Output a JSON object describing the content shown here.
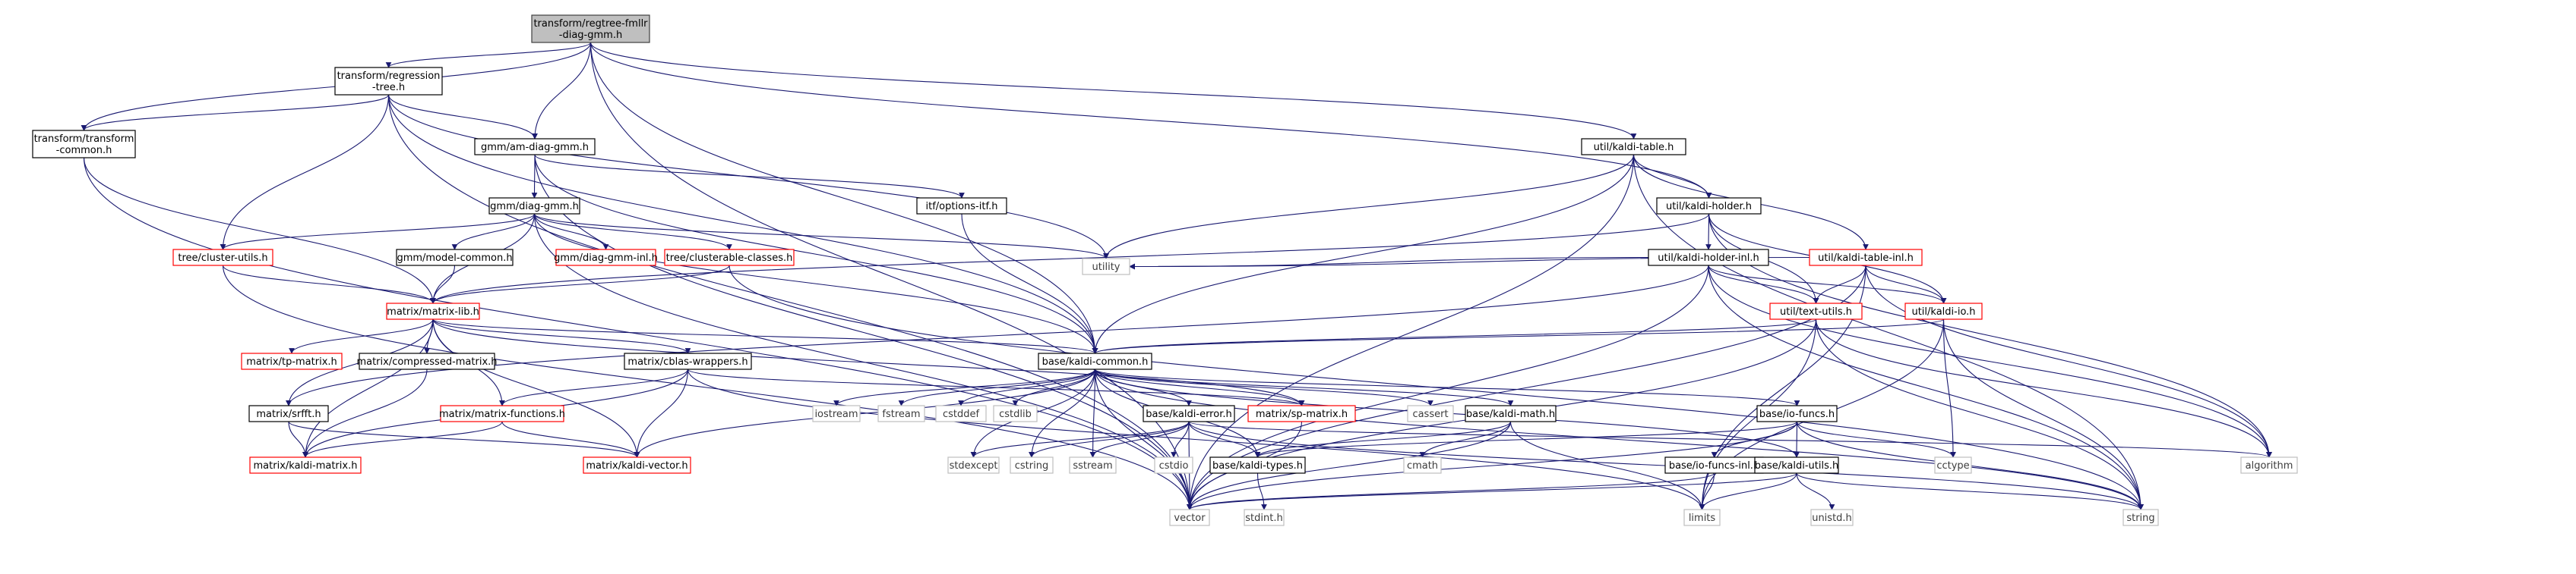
{
  "graph": {
    "nodes": [
      {
        "id": "root",
        "lines": [
          "transform/regtree-fmllr",
          "-diag-gmm.h"
        ],
        "kind": "root"
      },
      {
        "id": "regtree",
        "lines": [
          "transform/regression",
          "-tree.h"
        ],
        "kind": "normal"
      },
      {
        "id": "tcommon",
        "lines": [
          "transform/transform",
          "-common.h"
        ],
        "kind": "normal"
      },
      {
        "id": "amdiag",
        "lines": [
          "gmm/am-diag-gmm.h"
        ],
        "kind": "normal"
      },
      {
        "id": "kaldi_table",
        "lines": [
          "util/kaldi-table.h"
        ],
        "kind": "normal"
      },
      {
        "id": "diaggmm",
        "lines": [
          "gmm/diag-gmm.h"
        ],
        "kind": "normal"
      },
      {
        "id": "optionsitf",
        "lines": [
          "itf/options-itf.h"
        ],
        "kind": "normal"
      },
      {
        "id": "kaldi_holder",
        "lines": [
          "util/kaldi-holder.h"
        ],
        "kind": "normal"
      },
      {
        "id": "cluster_utils",
        "lines": [
          "tree/cluster-utils.h"
        ],
        "kind": "missing"
      },
      {
        "id": "model_common",
        "lines": [
          "gmm/model-common.h"
        ],
        "kind": "normal"
      },
      {
        "id": "diaggmm_inl",
        "lines": [
          "gmm/diag-gmm-inl.h"
        ],
        "kind": "missing"
      },
      {
        "id": "clusterable",
        "lines": [
          "tree/clusterable-classes.h"
        ],
        "kind": "missing"
      },
      {
        "id": "utility",
        "lines": [
          "utility"
        ],
        "kind": "system"
      },
      {
        "id": "holder_inl",
        "lines": [
          "util/kaldi-holder-inl.h"
        ],
        "kind": "normal"
      },
      {
        "id": "table_inl",
        "lines": [
          "util/kaldi-table-inl.h"
        ],
        "kind": "missing"
      },
      {
        "id": "matrix_lib",
        "lines": [
          "matrix/matrix-lib.h"
        ],
        "kind": "missing"
      },
      {
        "id": "text_utils",
        "lines": [
          "util/text-utils.h"
        ],
        "kind": "missing"
      },
      {
        "id": "kaldi_io",
        "lines": [
          "util/kaldi-io.h"
        ],
        "kind": "missing"
      },
      {
        "id": "tp_matrix",
        "lines": [
          "matrix/tp-matrix.h"
        ],
        "kind": "missing"
      },
      {
        "id": "compressed",
        "lines": [
          "matrix/compressed-matrix.h"
        ],
        "kind": "normal"
      },
      {
        "id": "cblas",
        "lines": [
          "matrix/cblas-wrappers.h"
        ],
        "kind": "normal"
      },
      {
        "id": "kaldi_common",
        "lines": [
          "base/kaldi-common.h"
        ],
        "kind": "normal"
      },
      {
        "id": "srfft",
        "lines": [
          "matrix/srfft.h"
        ],
        "kind": "normal"
      },
      {
        "id": "matrix_funcs",
        "lines": [
          "matrix/matrix-functions.h"
        ],
        "kind": "missing"
      },
      {
        "id": "sp_matrix",
        "lines": [
          "matrix/sp-matrix.h"
        ],
        "kind": "missing"
      },
      {
        "id": "iostream",
        "lines": [
          "iostream"
        ],
        "kind": "system"
      },
      {
        "id": "fstream",
        "lines": [
          "fstream"
        ],
        "kind": "system"
      },
      {
        "id": "cstddef",
        "lines": [
          "cstddef"
        ],
        "kind": "system"
      },
      {
        "id": "cstdlib",
        "lines": [
          "cstdlib"
        ],
        "kind": "system"
      },
      {
        "id": "kaldi_error",
        "lines": [
          "base/kaldi-error.h"
        ],
        "kind": "normal"
      },
      {
        "id": "cassert",
        "lines": [
          "cassert"
        ],
        "kind": "system"
      },
      {
        "id": "kaldi_math",
        "lines": [
          "base/kaldi-math.h"
        ],
        "kind": "normal"
      },
      {
        "id": "io_funcs",
        "lines": [
          "base/io-funcs.h"
        ],
        "kind": "normal"
      },
      {
        "id": "kaldi_matrix",
        "lines": [
          "matrix/kaldi-matrix.h"
        ],
        "kind": "missing"
      },
      {
        "id": "kaldi_vector",
        "lines": [
          "matrix/kaldi-vector.h"
        ],
        "kind": "missing"
      },
      {
        "id": "stdexcept",
        "lines": [
          "stdexcept"
        ],
        "kind": "system"
      },
      {
        "id": "cstring",
        "lines": [
          "cstring"
        ],
        "kind": "system"
      },
      {
        "id": "sstream",
        "lines": [
          "sstream"
        ],
        "kind": "system"
      },
      {
        "id": "cstdio",
        "lines": [
          "cstdio"
        ],
        "kind": "system"
      },
      {
        "id": "kaldi_types",
        "lines": [
          "base/kaldi-types.h"
        ],
        "kind": "normal"
      },
      {
        "id": "cmath",
        "lines": [
          "cmath"
        ],
        "kind": "system"
      },
      {
        "id": "io_funcs_inl",
        "lines": [
          "base/io-funcs-inl.h"
        ],
        "kind": "normal"
      },
      {
        "id": "kaldi_utils",
        "lines": [
          "base/kaldi-utils.h"
        ],
        "kind": "normal"
      },
      {
        "id": "cctype",
        "lines": [
          "cctype"
        ],
        "kind": "system"
      },
      {
        "id": "algorithm",
        "lines": [
          "algorithm"
        ],
        "kind": "system"
      },
      {
        "id": "vector",
        "lines": [
          "vector"
        ],
        "kind": "system"
      },
      {
        "id": "stdint",
        "lines": [
          "stdint.h"
        ],
        "kind": "system"
      },
      {
        "id": "limits",
        "lines": [
          "limits"
        ],
        "kind": "system"
      },
      {
        "id": "unistd",
        "lines": [
          "unistd.h"
        ],
        "kind": "system"
      },
      {
        "id": "string",
        "lines": [
          "string"
        ],
        "kind": "system"
      }
    ],
    "edges": [
      [
        "root",
        "regtree"
      ],
      [
        "root",
        "tcommon"
      ],
      [
        "root",
        "amdiag"
      ],
      [
        "root",
        "kaldi_common"
      ],
      [
        "root",
        "kaldi_table"
      ],
      [
        "root",
        "kaldi_holder"
      ],
      [
        "root",
        "vector"
      ],
      [
        "regtree",
        "tcommon"
      ],
      [
        "regtree",
        "amdiag"
      ],
      [
        "regtree",
        "cluster_utils"
      ],
      [
        "regtree",
        "kaldi_common"
      ],
      [
        "regtree",
        "utility"
      ],
      [
        "regtree",
        "vector"
      ],
      [
        "tcommon",
        "matrix_lib"
      ],
      [
        "tcommon",
        "vector"
      ],
      [
        "amdiag",
        "diaggmm"
      ],
      [
        "amdiag",
        "optionsitf"
      ],
      [
        "amdiag",
        "kaldi_common"
      ],
      [
        "amdiag",
        "vector"
      ],
      [
        "diaggmm",
        "cluster_utils"
      ],
      [
        "diaggmm",
        "model_common"
      ],
      [
        "diaggmm",
        "diaggmm_inl"
      ],
      [
        "diaggmm",
        "clusterable"
      ],
      [
        "diaggmm",
        "matrix_lib"
      ],
      [
        "diaggmm",
        "kaldi_common"
      ],
      [
        "diaggmm",
        "utility"
      ],
      [
        "diaggmm",
        "vector"
      ],
      [
        "optionsitf",
        "kaldi_common"
      ],
      [
        "cluster_utils",
        "matrix_lib"
      ],
      [
        "cluster_utils",
        "vector"
      ],
      [
        "model_common",
        "matrix_lib"
      ],
      [
        "clusterable",
        "matrix_lib"
      ],
      [
        "clusterable",
        "string"
      ],
      [
        "kaldi_table",
        "kaldi_holder"
      ],
      [
        "kaldi_table",
        "table_inl"
      ],
      [
        "kaldi_table",
        "kaldi_common"
      ],
      [
        "kaldi_table",
        "utility"
      ],
      [
        "kaldi_table",
        "vector"
      ],
      [
        "kaldi_table",
        "string"
      ],
      [
        "kaldi_holder",
        "holder_inl"
      ],
      [
        "kaldi_holder",
        "text_utils"
      ],
      [
        "kaldi_holder",
        "kaldi_io"
      ],
      [
        "kaldi_holder",
        "matrix_lib"
      ],
      [
        "kaldi_holder",
        "algorithm"
      ],
      [
        "holder_inl",
        "text_utils"
      ],
      [
        "holder_inl",
        "kaldi_io"
      ],
      [
        "holder_inl",
        "utility"
      ],
      [
        "holder_inl",
        "vector"
      ],
      [
        "holder_inl",
        "algorithm"
      ],
      [
        "holder_inl",
        "string"
      ],
      [
        "holder_inl",
        "srfft"
      ],
      [
        "table_inl",
        "text_utils"
      ],
      [
        "table_inl",
        "kaldi_io"
      ],
      [
        "table_inl",
        "utility"
      ],
      [
        "table_inl",
        "vector"
      ],
      [
        "table_inl",
        "algorithm"
      ],
      [
        "table_inl",
        "limits"
      ],
      [
        "text_utils",
        "kaldi_common"
      ],
      [
        "text_utils",
        "vector"
      ],
      [
        "text_utils",
        "algorithm"
      ],
      [
        "text_utils",
        "limits"
      ],
      [
        "text_utils",
        "string"
      ],
      [
        "kaldi_io",
        "kaldi_common"
      ],
      [
        "kaldi_io",
        "cctype"
      ],
      [
        "kaldi_io",
        "string"
      ],
      [
        "kaldi_io",
        "limits"
      ],
      [
        "matrix_lib",
        "tp_matrix"
      ],
      [
        "matrix_lib",
        "compressed"
      ],
      [
        "matrix_lib",
        "cblas"
      ],
      [
        "matrix_lib",
        "kaldi_common"
      ],
      [
        "matrix_lib",
        "srfft"
      ],
      [
        "matrix_lib",
        "matrix_funcs"
      ],
      [
        "matrix_lib",
        "sp_matrix"
      ],
      [
        "matrix_lib",
        "kaldi_matrix"
      ],
      [
        "matrix_lib",
        "kaldi_vector"
      ],
      [
        "compressed",
        "kaldi_matrix"
      ],
      [
        "cblas",
        "matrix_funcs"
      ],
      [
        "cblas",
        "kaldi_matrix"
      ],
      [
        "cblas",
        "kaldi_vector"
      ],
      [
        "cblas",
        "sp_matrix"
      ],
      [
        "cblas",
        "limits"
      ],
      [
        "srfft",
        "kaldi_matrix"
      ],
      [
        "srfft",
        "kaldi_vector"
      ],
      [
        "matrix_funcs",
        "kaldi_matrix"
      ],
      [
        "matrix_funcs",
        "kaldi_vector"
      ],
      [
        "sp_matrix",
        "vector"
      ],
      [
        "kaldi_common",
        "iostream"
      ],
      [
        "kaldi_common",
        "fstream"
      ],
      [
        "kaldi_common",
        "cstddef"
      ],
      [
        "kaldi_common",
        "cstdlib"
      ],
      [
        "kaldi_common",
        "stdexcept"
      ],
      [
        "kaldi_common",
        "cstring"
      ],
      [
        "kaldi_common",
        "sstream"
      ],
      [
        "kaldi_common",
        "kaldi_error"
      ],
      [
        "kaldi_common",
        "cassert"
      ],
      [
        "kaldi_common",
        "kaldi_math"
      ],
      [
        "kaldi_common",
        "io_funcs"
      ],
      [
        "kaldi_common",
        "kaldi_types"
      ],
      [
        "kaldi_common",
        "kaldi_utils"
      ],
      [
        "kaldi_common",
        "sp_matrix"
      ],
      [
        "kaldi_common",
        "kaldi_vector"
      ],
      [
        "kaldi_common",
        "string"
      ],
      [
        "kaldi_common",
        "vector"
      ],
      [
        "kaldi_error",
        "stdexcept"
      ],
      [
        "kaldi_error",
        "cstring"
      ],
      [
        "kaldi_error",
        "sstream"
      ],
      [
        "kaldi_error",
        "cstdio"
      ],
      [
        "kaldi_error",
        "kaldi_types"
      ],
      [
        "kaldi_error",
        "vector"
      ],
      [
        "kaldi_error",
        "string"
      ],
      [
        "kaldi_error",
        "algorithm"
      ],
      [
        "kaldi_math",
        "kaldi_types"
      ],
      [
        "kaldi_math",
        "cmath"
      ],
      [
        "kaldi_math",
        "limits"
      ],
      [
        "kaldi_math",
        "vector"
      ],
      [
        "io_funcs",
        "kaldi_types"
      ],
      [
        "io_funcs",
        "io_funcs_inl"
      ],
      [
        "io_funcs",
        "kaldi_utils"
      ],
      [
        "io_funcs",
        "cctype"
      ],
      [
        "io_funcs",
        "string"
      ],
      [
        "io_funcs",
        "vector"
      ],
      [
        "io_funcs_inl",
        "vector"
      ],
      [
        "io_funcs_inl",
        "limits"
      ],
      [
        "kaldi_utils",
        "vector"
      ],
      [
        "kaldi_utils",
        "limits"
      ],
      [
        "kaldi_utils",
        "unistd"
      ],
      [
        "kaldi_utils",
        "string"
      ],
      [
        "kaldi_types",
        "stdint"
      ]
    ]
  }
}
